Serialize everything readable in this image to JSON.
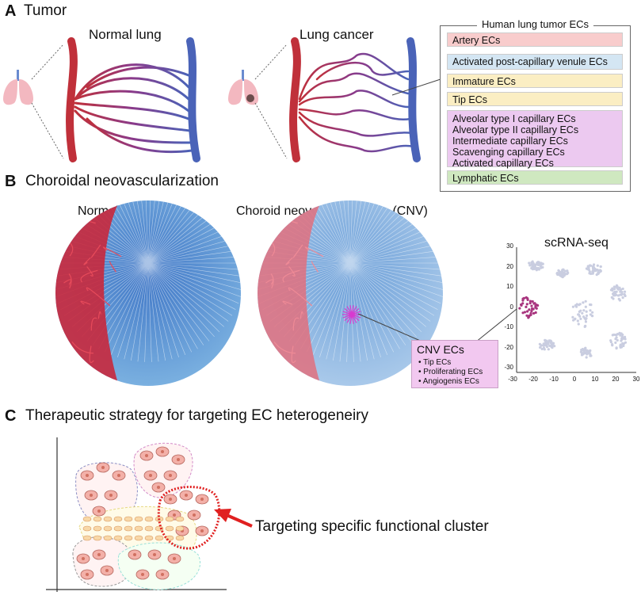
{
  "panel_a": {
    "letter": "A",
    "title": "Tumor",
    "normal_label": "Normal lung",
    "cancer_label": "Lung cancer",
    "ec_box_title": "Human lung tumor ECs",
    "ec_groups": [
      {
        "items": [
          "Artery ECs"
        ],
        "color": "#f8cccc"
      },
      {
        "items": [
          "Activated post-capillary venule ECs"
        ],
        "color": "#d4e6f3"
      },
      {
        "items": [
          "Immature ECs"
        ],
        "color": "#fbeec3"
      },
      {
        "items": [
          "Tip ECs"
        ],
        "color": "#fbeec3"
      },
      {
        "items": [
          "Alveolar type I capillary ECs",
          "Alveolar type II capillary ECs",
          "Intermediate capillary ECs",
          "Scavenging capillary ECs",
          "Activated capillary ECs"
        ],
        "color": "#ecc9f0"
      },
      {
        "items": [
          "Lymphatic ECs"
        ],
        "color": "#cfe8c0"
      }
    ]
  },
  "panel_b": {
    "letter": "B",
    "title": "Choroidal neovascularization",
    "normal_label": "Normal choroid",
    "cnv_label": "Choroid neovascularization (CNV)",
    "scrna_label": "scRNA-seq",
    "cnv_box_title": "CNV ECs",
    "cnv_items": [
      "Tip ECs",
      "Proliferating ECs",
      "Angiogenis ECs"
    ],
    "y_ticks": [
      "30",
      "20",
      "10",
      "0",
      "-10",
      "-20",
      "-30"
    ],
    "x_ticks": [
      "-30",
      "-20",
      "-10",
      "0",
      "10",
      "20",
      "30"
    ]
  },
  "panel_c": {
    "letter": "C",
    "title": "Therapeutic strategy for targeting EC heterogeneiry",
    "target_label": "Targeting specific functional cluster"
  },
  "colors": {
    "artery": "#c0303a",
    "vein": "#4a63b8",
    "highlight": "#a8347e",
    "cluster_gray": "#c9cde0",
    "target_red": "#e02020"
  }
}
